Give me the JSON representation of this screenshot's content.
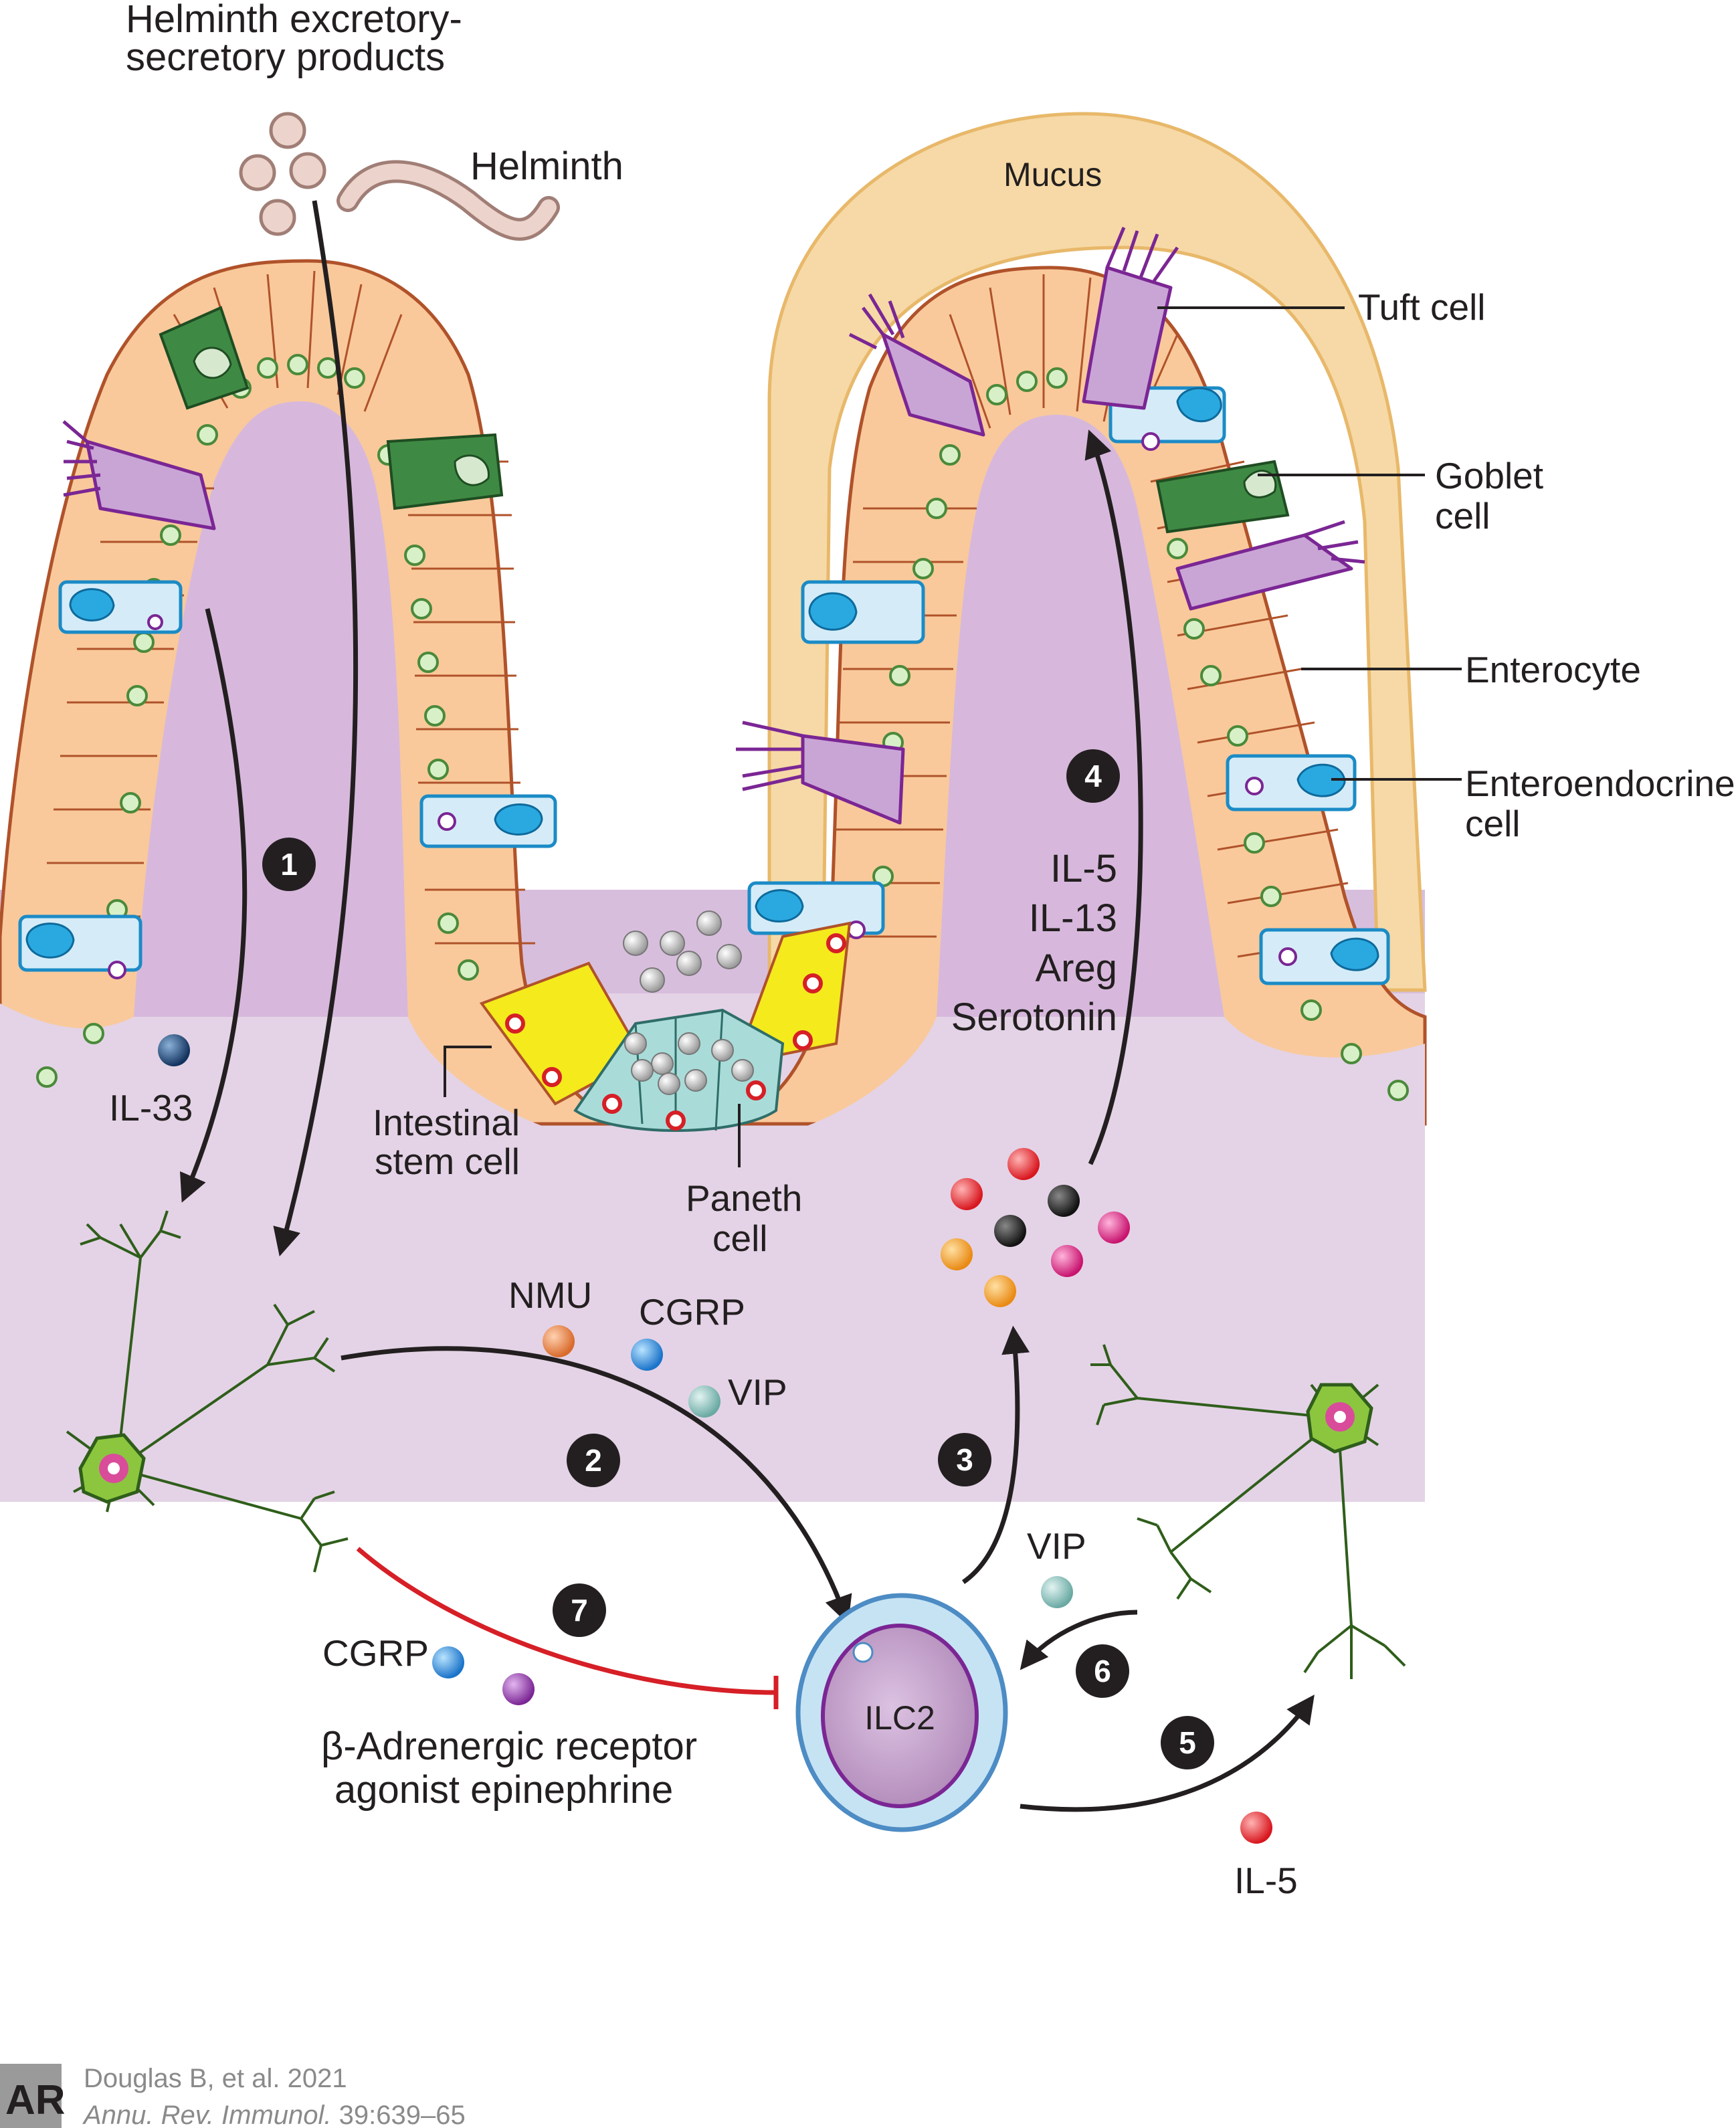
{
  "labels": {
    "helminth_products": [
      "Helminth excretory-",
      "secretory products"
    ],
    "helminth": "Helminth",
    "mucus": "Mucus",
    "tuft_cell": "Tuft cell",
    "goblet_cell": [
      "Goblet",
      "cell"
    ],
    "enterocyte": "Enterocyte",
    "enteroendocrine_cell": [
      "Enteroendocrine",
      "cell"
    ],
    "il33": "IL-33",
    "intestinal_stem_cell": [
      "Intestinal",
      "stem cell"
    ],
    "paneth_cell": [
      "Paneth",
      "cell"
    ],
    "effectors": [
      "IL-5",
      "IL-13",
      "Areg",
      "Serotonin"
    ],
    "nmu": "NMU",
    "cgrp": "CGRP",
    "vip": "VIP",
    "vip_right": "VIP",
    "ilc2": "ILC2",
    "cgrp_lower": "CGRP",
    "beta_adrenergic": [
      "β-Adrenergic receptor",
      "agonist epinephrine"
    ],
    "il5": "IL-5"
  },
  "steps": [
    "1",
    "2",
    "3",
    "4",
    "5",
    "6",
    "7"
  ],
  "credit": {
    "logo": "AR",
    "authors": "Douglas B, et al. 2021",
    "journal": "Annu. Rev. Immunol.",
    "citation": " 39:639–65"
  },
  "colors": {
    "lamina_propria": "#e4d3e6",
    "villus_core": "#d7b8dc",
    "enterocyte": "#f9c99b",
    "tuft": "#c9a5d6",
    "goblet": "#3e8a44",
    "enteroendocrine": "#2aa9e0",
    "stem": "#f4ea1c",
    "paneth": "#a9dcd9",
    "mucus": "#f6d9a6",
    "neuron": "#2f5e1b",
    "arrow": "#231f20",
    "inhibit": "#d61f26"
  }
}
